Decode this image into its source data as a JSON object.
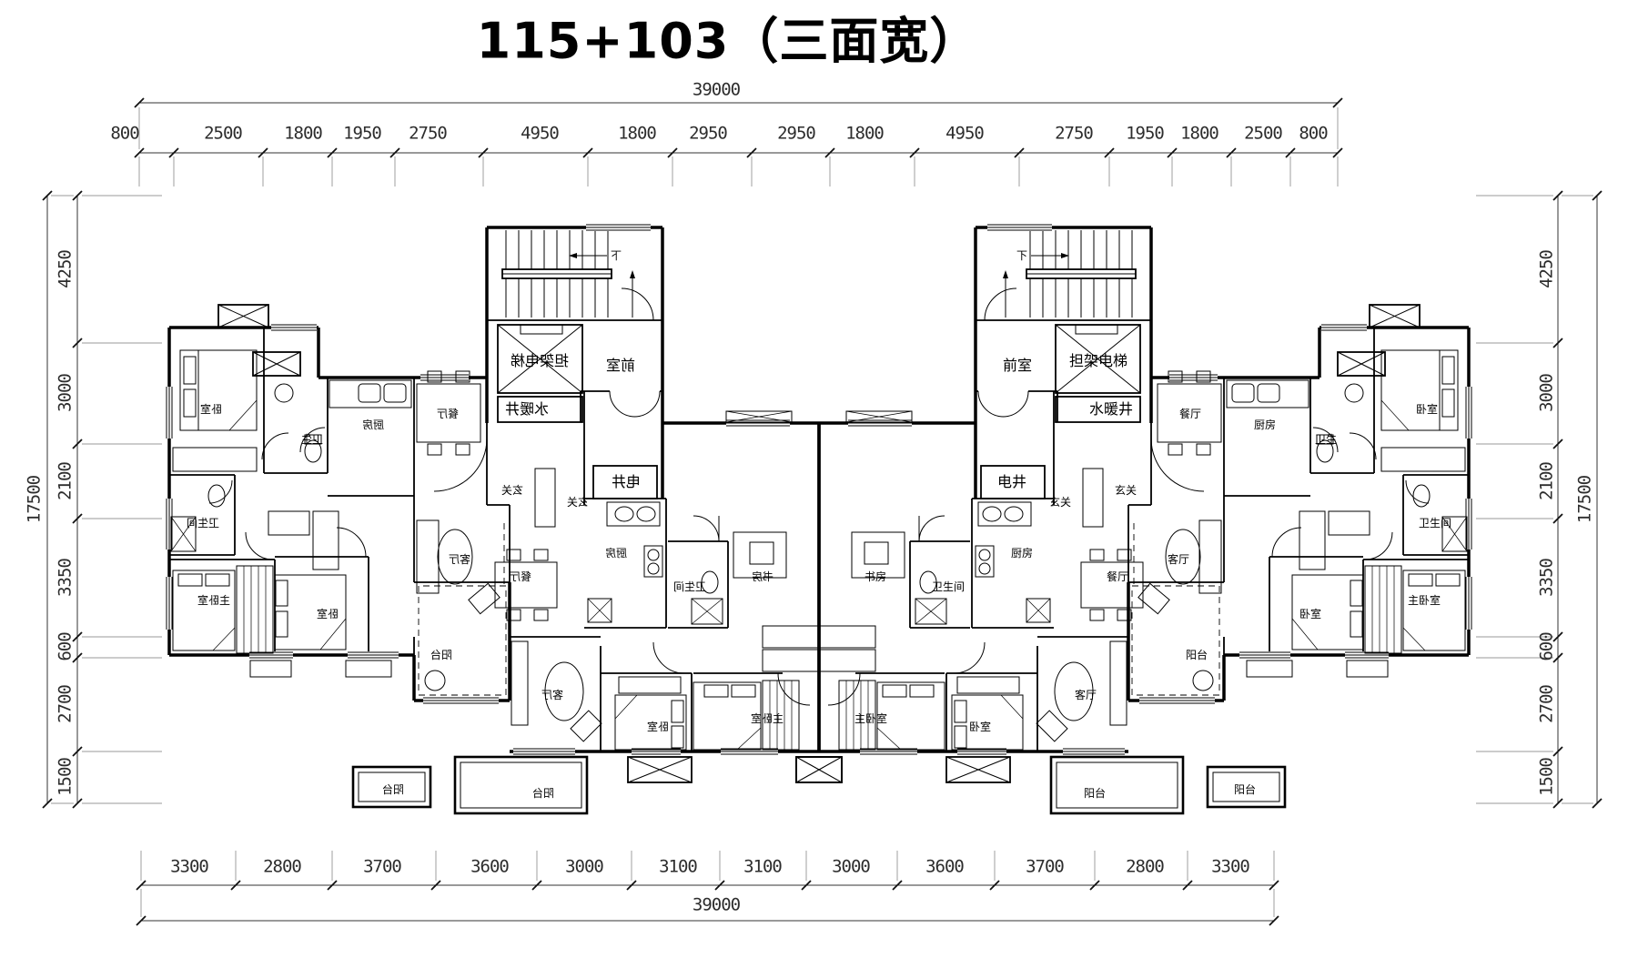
{
  "title": "115+103（三面宽）",
  "colors": {
    "line": "#000000",
    "background": "#ffffff",
    "dim_text": "#2d2d2d"
  },
  "dimensions": {
    "total_width": "39000",
    "total_height": "17500",
    "top": [
      "800",
      "2500",
      "1800",
      "1950",
      "2750",
      "4950",
      "1800",
      "2950",
      "2950",
      "1800",
      "4950",
      "2750",
      "1950",
      "1800",
      "2500",
      "800"
    ],
    "bottom": [
      "3300",
      "2800",
      "3700",
      "3600",
      "3000",
      "3100",
      "3100",
      "3000",
      "3600",
      "3700",
      "2800",
      "3300"
    ],
    "left": [
      "4250",
      "3000",
      "2100",
      "3350",
      "600",
      "2700",
      "1500"
    ],
    "right": [
      "4250",
      "3000",
      "2100",
      "3350",
      "600",
      "2700",
      "1500"
    ]
  },
  "rooms": {
    "stair_down": "下",
    "front_room": "前室",
    "stretcher_elevator": "担架电梯",
    "plumbing_shaft": "水暖井",
    "electric_shaft": "电井",
    "entry": "玄关",
    "kitchen": "厨房",
    "dining": "餐厅",
    "living": "客厅",
    "bedroom": "卧室",
    "master_bedroom": "主卧室",
    "study": "书房",
    "bathroom": "卫生间",
    "bath": "卫生",
    "balcony": "阳台"
  }
}
